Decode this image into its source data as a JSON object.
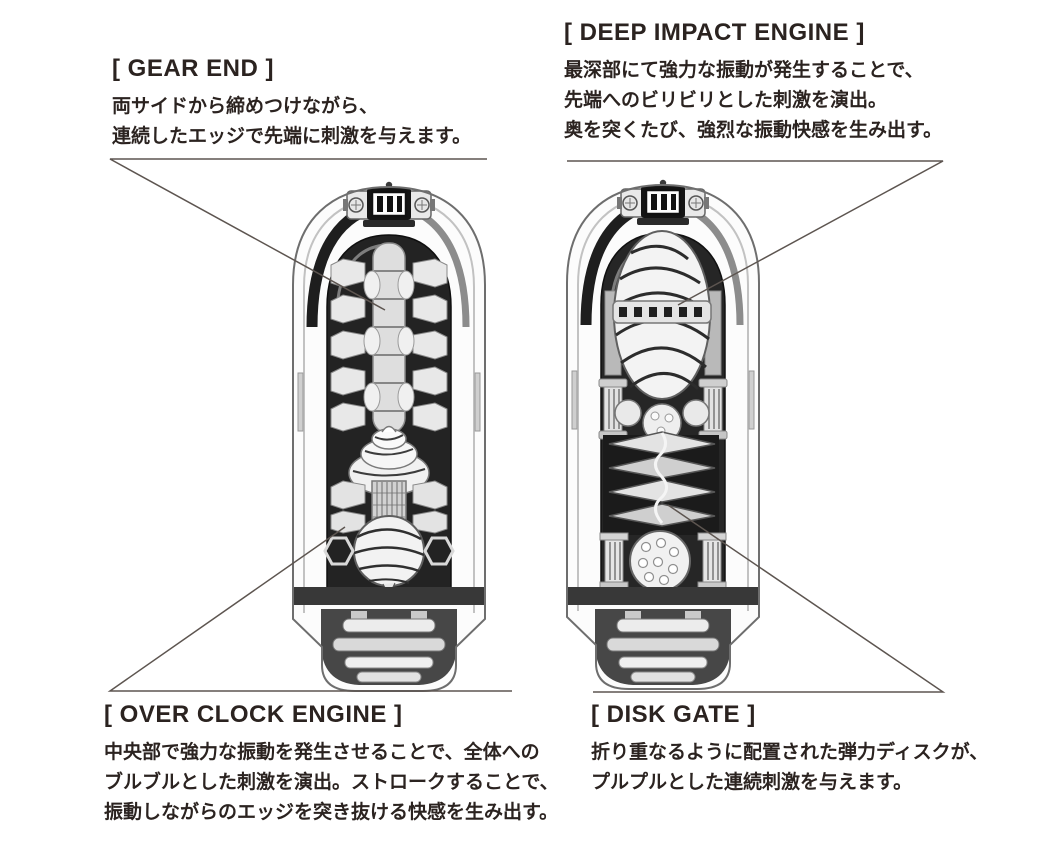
{
  "page": {
    "background": "#ffffff"
  },
  "colors": {
    "text": "#2b2320",
    "leader_line": "#5d5550",
    "illustration_dark": "#232323",
    "illustration_light": "#f2f2f2"
  },
  "annotations": {
    "gear_end": {
      "title": "[ GEAR END ]",
      "lines": [
        "両サイドから締めつけながら、",
        "連続したエッジで先端に刺激を与えます。"
      ]
    },
    "deep_impact_engine": {
      "title": "[ DEEP IMPACT ENGINE ]",
      "lines": [
        "最深部にて強力な振動が発生することで、",
        "先端へのビリビリとした刺激を演出。",
        "奥を突くたび、強烈な振動快感を生み出す。"
      ]
    },
    "over_clock_engine": {
      "title": "[ OVER CLOCK ENGINE ]",
      "lines": [
        "中央部で強力な振動を発生させることで、全体への",
        "ブルブルとした刺激を演出。ストロークすることで、",
        "振動しながらのエッジを突き抜ける快感を生み出す。"
      ]
    },
    "disk_gate": {
      "title": "[ DISK GATE ]",
      "lines": [
        "折り重なるように配置された弾力ディスクが、",
        "プルプルとした連続刺激を与えます。"
      ]
    }
  }
}
